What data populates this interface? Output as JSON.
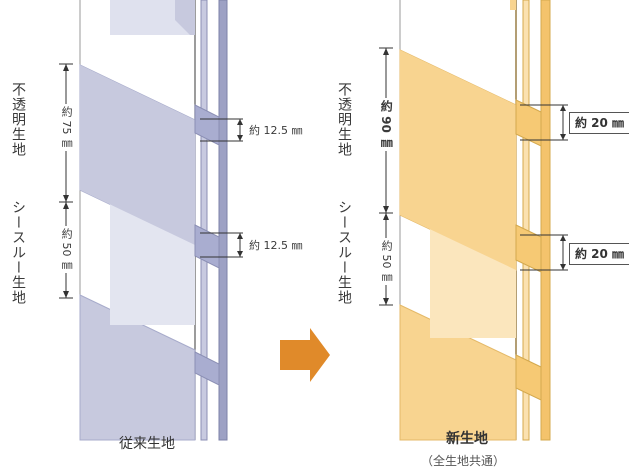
{
  "colors": {
    "old_fabric": "#c7c9de",
    "old_fabric_light": "#dfe1ee",
    "old_outline": "#8b8fb4",
    "old_back": "#9da1c4",
    "new_fabric": "#f8d490",
    "new_fabric_light": "#fbe6bd",
    "new_outline": "#d4a94e",
    "new_back": "#f4c36c",
    "arrow": "#e08a2a",
    "dim_line": "#333333"
  },
  "left": {
    "label_opaque": "不透明生地",
    "label_seethrough": "シースルー生地",
    "dim_opaque": "約 75 ㎜",
    "dim_seethrough": "約 50 ㎜",
    "dim_gap_top": "約 12.5 ㎜",
    "dim_gap_bottom": "約 12.5 ㎜",
    "caption": "従来生地"
  },
  "right": {
    "label_opaque": "不透明生地",
    "label_seethrough": "シースルー生地",
    "dim_opaque": "約 90 ㎜",
    "dim_seethrough": "約 50 ㎜",
    "dim_gap_top": "約 20 ㎜",
    "dim_gap_bottom": "約 20 ㎜",
    "caption": "新生地",
    "subcaption": "（全生地共通）"
  },
  "arrow_icon": "right-arrow-icon"
}
